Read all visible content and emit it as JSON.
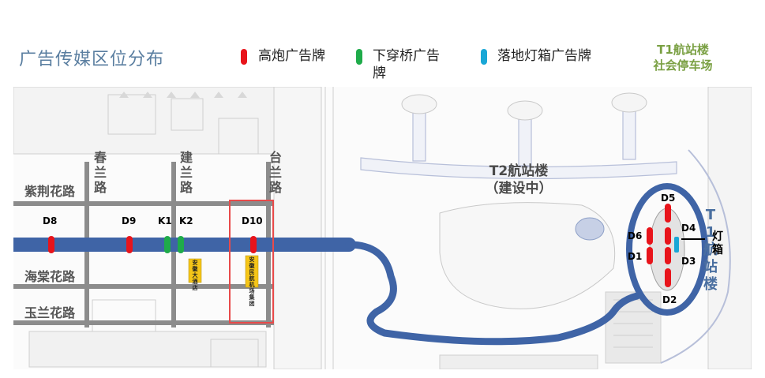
{
  "title": "广告传媒区位分布",
  "legend": [
    {
      "label": "高炮广告牌",
      "color": "#e8141b"
    },
    {
      "label": "下穿桥广告牌",
      "color": "#1fab4a"
    },
    {
      "label": "落地灯箱广告牌",
      "color": "#1aa7d6"
    }
  ],
  "legend_label_lines": [
    "下穿桥广告",
    "牌"
  ],
  "t1_parking": [
    "T1航站楼",
    "社会停车场"
  ],
  "roads": {
    "zijinghua": "紫荆花路",
    "haitanghua": "海棠花路",
    "yulanhua": "玉兰花路",
    "chunlan": [
      "春",
      "兰",
      "路"
    ],
    "jianlan": [
      "建",
      "兰",
      "路"
    ],
    "tailan": [
      "台",
      "兰",
      "路"
    ]
  },
  "markers": {
    "D8": "D8",
    "D9": "D9",
    "K1": "K1",
    "K2": "K2",
    "D10": "D10",
    "D1": "D1",
    "D2": "D2",
    "D3": "D3",
    "D4": "D4",
    "D5": "D5",
    "D6": "D6"
  },
  "t2_label": [
    "T2航站楼",
    "（建设中）"
  ],
  "t1_label": [
    "T",
    "1",
    "航",
    "站",
    "楼"
  ],
  "lightbox_label": [
    "灯",
    "箱"
  ],
  "buildings": {
    "anhui_bldg1": "安徽大酒店",
    "anhui_bldg2": "安徽民航机场集团"
  },
  "colors": {
    "highway": "#3f64a6",
    "billboard": "#e8141b",
    "underpass": "#1fab4a",
    "lightbox": "#1aa7d6",
    "highlight_box": "#e84a4a"
  }
}
